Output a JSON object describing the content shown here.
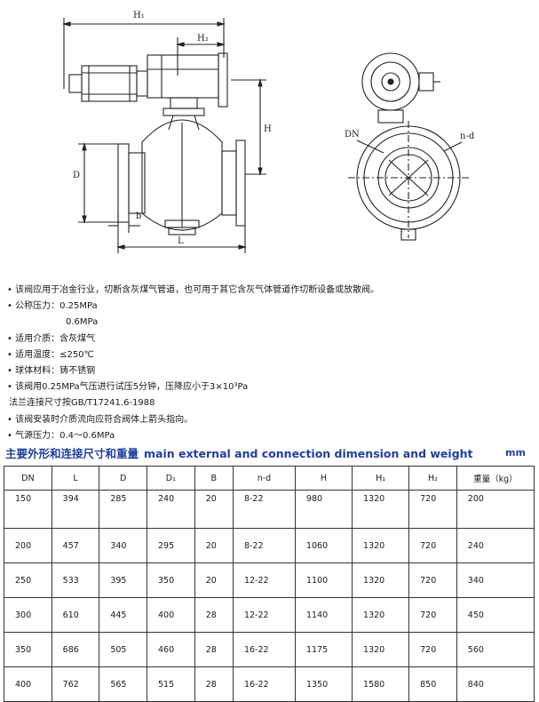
{
  "drawing": {
    "dim_H1": "H₁",
    "dim_H2": "H₂",
    "dim_H": "H",
    "dim_D": "D",
    "dim_b": "b",
    "dim_L": "L",
    "dim_DN": "DN",
    "dim_nd": "n-d"
  },
  "notes": [
    "• 该阀应用于冶金行业，切断含灰煤气管道，也可用于其它含灰气体管道作切断设备或放散阀。",
    "• 公称压力：0.25MPa",
    "0.6MPa",
    "• 适用介质：含灰煤气",
    "• 适用温度：≤250℃",
    "• 球体材料：铸不锈钢",
    "• 该阀用0.25MPa气压进行试压5分钟，压降应小于3×10³Pa",
    "法兰连接尺寸按GB/T17241.6-1988",
    "• 该阀安装时介质流向应符合阀体上箭头指向。",
    "• 气源压力：0.4～0.6MPa"
  ],
  "table_title_cn": "主要外形和连接尺寸和重量",
  "table_title_en": "main external and connection dimension and weight",
  "unit": "mm",
  "table": {
    "headers": [
      "DN",
      "L",
      "D",
      "D₁",
      "B",
      "n-d",
      "H",
      "H₁",
      "H₂",
      "重量（kg）"
    ],
    "rows": [
      [
        "150",
        "394",
        "285",
        "240",
        "20",
        "8-22",
        "980",
        "1320",
        "720",
        "200"
      ],
      [
        "200",
        "457",
        "340",
        "295",
        "20",
        "8-22",
        "1060",
        "1320",
        "720",
        "240"
      ],
      [
        "250",
        "533",
        "395",
        "350",
        "20",
        "12-22",
        "1100",
        "1320",
        "720",
        "340"
      ],
      [
        "300",
        "610",
        "445",
        "400",
        "28",
        "12-22",
        "1140",
        "1320",
        "720",
        "450"
      ],
      [
        "350",
        "686",
        "505",
        "460",
        "28",
        "16-22",
        "1175",
        "1320",
        "720",
        "560"
      ],
      [
        "400",
        "762",
        "565",
        "515",
        "28",
        "16-22",
        "1350",
        "1580",
        "850",
        "840"
      ]
    ]
  }
}
